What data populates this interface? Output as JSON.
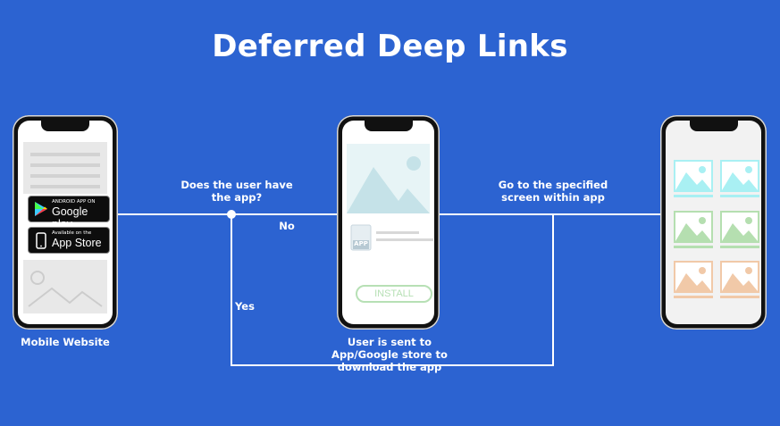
{
  "title": "Deferred Deep Links",
  "labels": {
    "mobile_website": "Mobile Website",
    "question": "Does the user have the app?",
    "no": "No",
    "yes": "Yes",
    "goto": "Go to the specified screen within app",
    "store": "User is sent to App/Google store to download the app"
  },
  "badges": {
    "google_small": "ANDROID APP ON",
    "google_big": "Google play",
    "apple_small": "Available on the",
    "apple_big": "App Store"
  },
  "install_label": "INSTALL",
  "app_icon_label": "APP",
  "colors": {
    "background": "#2c63d1",
    "line": "#ffffff",
    "install": "#b7e0b5",
    "tile_blue": "#a9f0f3",
    "tile_green": "#b5dfb0",
    "tile_orange": "#f1c9a8"
  }
}
